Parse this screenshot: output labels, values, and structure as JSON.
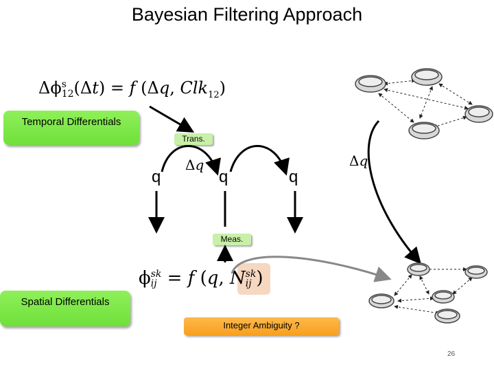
{
  "title": "Bayesian Filtering Approach",
  "equations": {
    "temporal": "Δφ₁₂ˢ(Δt) = f(Δq, Clk₁₂)",
    "spatial": "φᵢⱼˢᵏ = f(q, Nᵢⱼˢᵏ)",
    "delta_q_left": "Δq",
    "delta_q_right": "Δq"
  },
  "boxes": {
    "temporal": "Temporal Differentials",
    "spatial": "Spatial Differentials",
    "trans": "Trans.",
    "meas": "Meas.",
    "integer_ambiguity": "Integer Ambiguity ?"
  },
  "states": [
    "q",
    "q",
    "q"
  ],
  "page_number": "26",
  "colors": {
    "green": "#7fe84a",
    "orange": "#f7a020",
    "robot": "#d8d8d8"
  }
}
